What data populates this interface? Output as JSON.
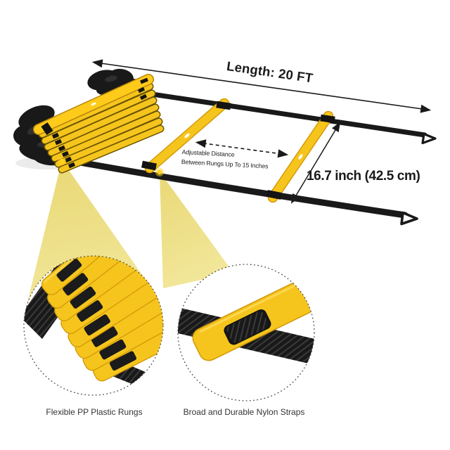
{
  "image": {
    "length_label": "Length: 20 FT",
    "width_label": "16.7 inch (42.5 cm)",
    "distance_note_line1": "Adjustable Distance",
    "distance_note_line2": "Between Rungs Up To 15 Inches",
    "callout_left_label": "Flexible PP Plastic Rungs",
    "callout_right_label": "Broad and Durable Nylon Straps",
    "colors": {
      "rung-yellow": "#F6C51D",
      "rung-dark": "#D49B08",
      "rung-highlight": "#FFE070",
      "strap-black": "#191919",
      "cone-light": "#F2E79B",
      "cone-dark": "#E9D875",
      "ink": "#1A1A1A",
      "label-gray": "#333333",
      "glow-dot": "#FFD21E"
    }
  }
}
